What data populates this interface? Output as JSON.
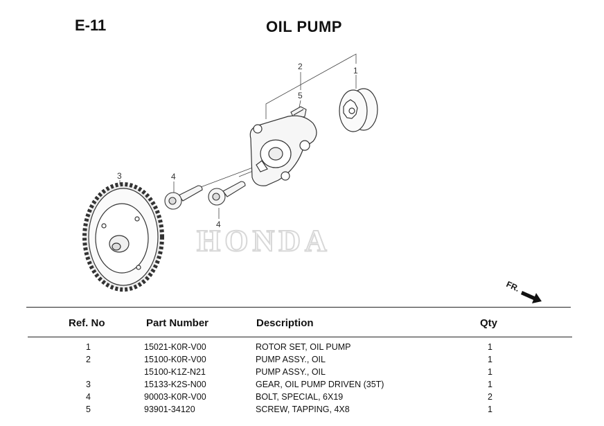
{
  "header": {
    "section_code": "E-11",
    "title": "OIL PUMP"
  },
  "diagram": {
    "callouts": [
      "1",
      "2",
      "3",
      "4",
      "4",
      "5"
    ],
    "watermark": "HONDA",
    "direction_marker": "FR."
  },
  "table": {
    "columns": [
      "Ref. No",
      "Part Number",
      "Description",
      "Qty"
    ],
    "rows": [
      {
        "ref": "1",
        "part": "15021-K0R-V00",
        "desc": "ROTOR SET, OIL PUMP",
        "qty": "1"
      },
      {
        "ref": "2",
        "part": "15100-K0R-V00",
        "desc": "PUMP ASSY., OIL",
        "qty": "1"
      },
      {
        "ref": "",
        "part": "15100-K1Z-N21",
        "desc": "PUMP ASSY., OIL",
        "qty": "1"
      },
      {
        "ref": "3",
        "part": "15133-K2S-N00",
        "desc": "GEAR, OIL PUMP DRIVEN (35T)",
        "qty": "1"
      },
      {
        "ref": "4",
        "part": "90003-K0R-V00",
        "desc": "BOLT, SPECIAL, 6X19",
        "qty": "2"
      },
      {
        "ref": "5",
        "part": "93901-34120",
        "desc": "SCREW, TAPPING, 4X8",
        "qty": "1"
      }
    ]
  }
}
